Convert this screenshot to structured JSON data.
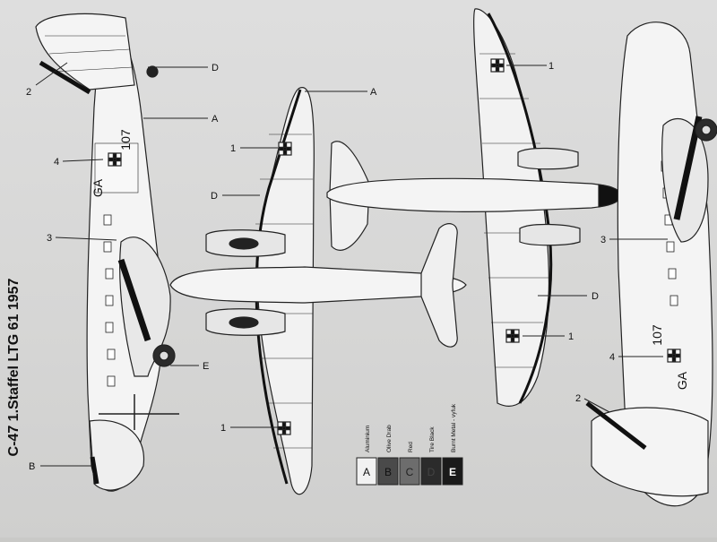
{
  "title": "C-47 1.Staffel LTG 61 1957",
  "callouts": {
    "a": "A",
    "b": "B",
    "d": "D",
    "e": "E",
    "n1": "1",
    "n2": "2",
    "n3": "3",
    "n4": "4"
  },
  "code": {
    "ga": "GA",
    "num": "107"
  },
  "legend": [
    {
      "letter": "A",
      "label": "Aluminium",
      "color": "#f2f2f2"
    },
    {
      "letter": "B",
      "label": "Olive Drab",
      "color": "#4a4a4a"
    },
    {
      "letter": "C",
      "label": "Red",
      "color": "#6d6d6d"
    },
    {
      "letter": "D",
      "label": "Tire Black",
      "color": "#2b2b2b"
    },
    {
      "letter": "E",
      "label": "Burnt Metal - vyfuk",
      "color": "#1a1a1a"
    }
  ]
}
